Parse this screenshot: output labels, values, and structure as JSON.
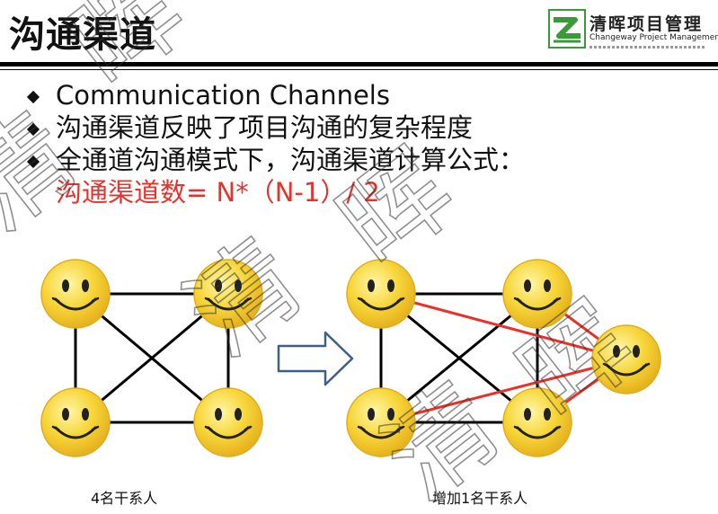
{
  "header": {
    "title": "沟通渠道"
  },
  "logo": {
    "name_cn": "清晖项目管理",
    "name_en": "Changeway Project Management",
    "icon": "changeway-logo-icon"
  },
  "bullets": [
    "Communication Channels",
    "沟通渠道反映了项目沟通的复杂程度",
    "全通道沟通模式下，沟通渠道计算公式："
  ],
  "formula": "沟通渠道数=  N*（N-1）/ 2",
  "diagram": {
    "left_caption": "4名干系人",
    "right_caption": "增加1名干系人",
    "arrow_icon": "right-arrow-icon",
    "node_icon": "smiley-face-icon",
    "colors": {
      "original_links": "#000000",
      "new_links": "#e8312a",
      "face": "#f5cf2e",
      "accent": "#e8312a"
    }
  },
  "watermark": {
    "glyphs": [
      "清",
      "晖",
      "清",
      "晖",
      "清",
      "晖"
    ]
  }
}
